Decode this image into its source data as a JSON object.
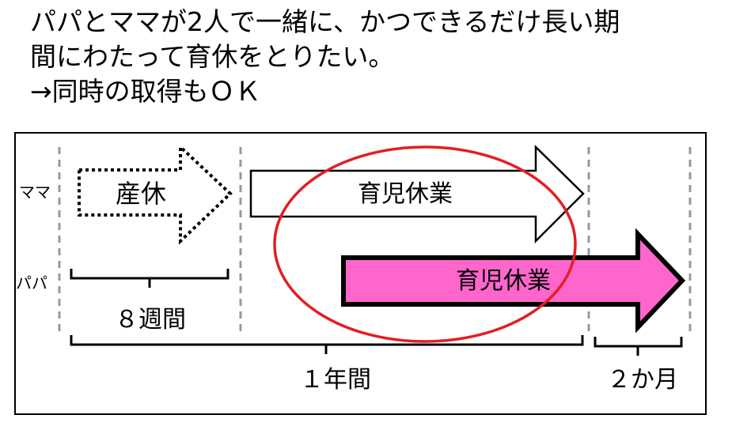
{
  "heading": {
    "line1": "パパとママが2人で一緒に、かつできるだけ長い期",
    "line2": "間にわたって育休をとりたい。",
    "line3": "→同時の取得もＯＫ"
  },
  "rows": {
    "mama": "ママ",
    "papa": "パパ"
  },
  "leaves": {
    "maternity": "産休",
    "mama_childcare": "育児休業",
    "papa_childcare": "育児休業"
  },
  "spans": {
    "eight_weeks": "８週間",
    "one_year": "１年間",
    "two_months": "２か月"
  },
  "colors": {
    "highlight_ellipse": "#e31e24",
    "papa_arrow_fill": "#ff66cc",
    "guide_line": "#999999"
  }
}
